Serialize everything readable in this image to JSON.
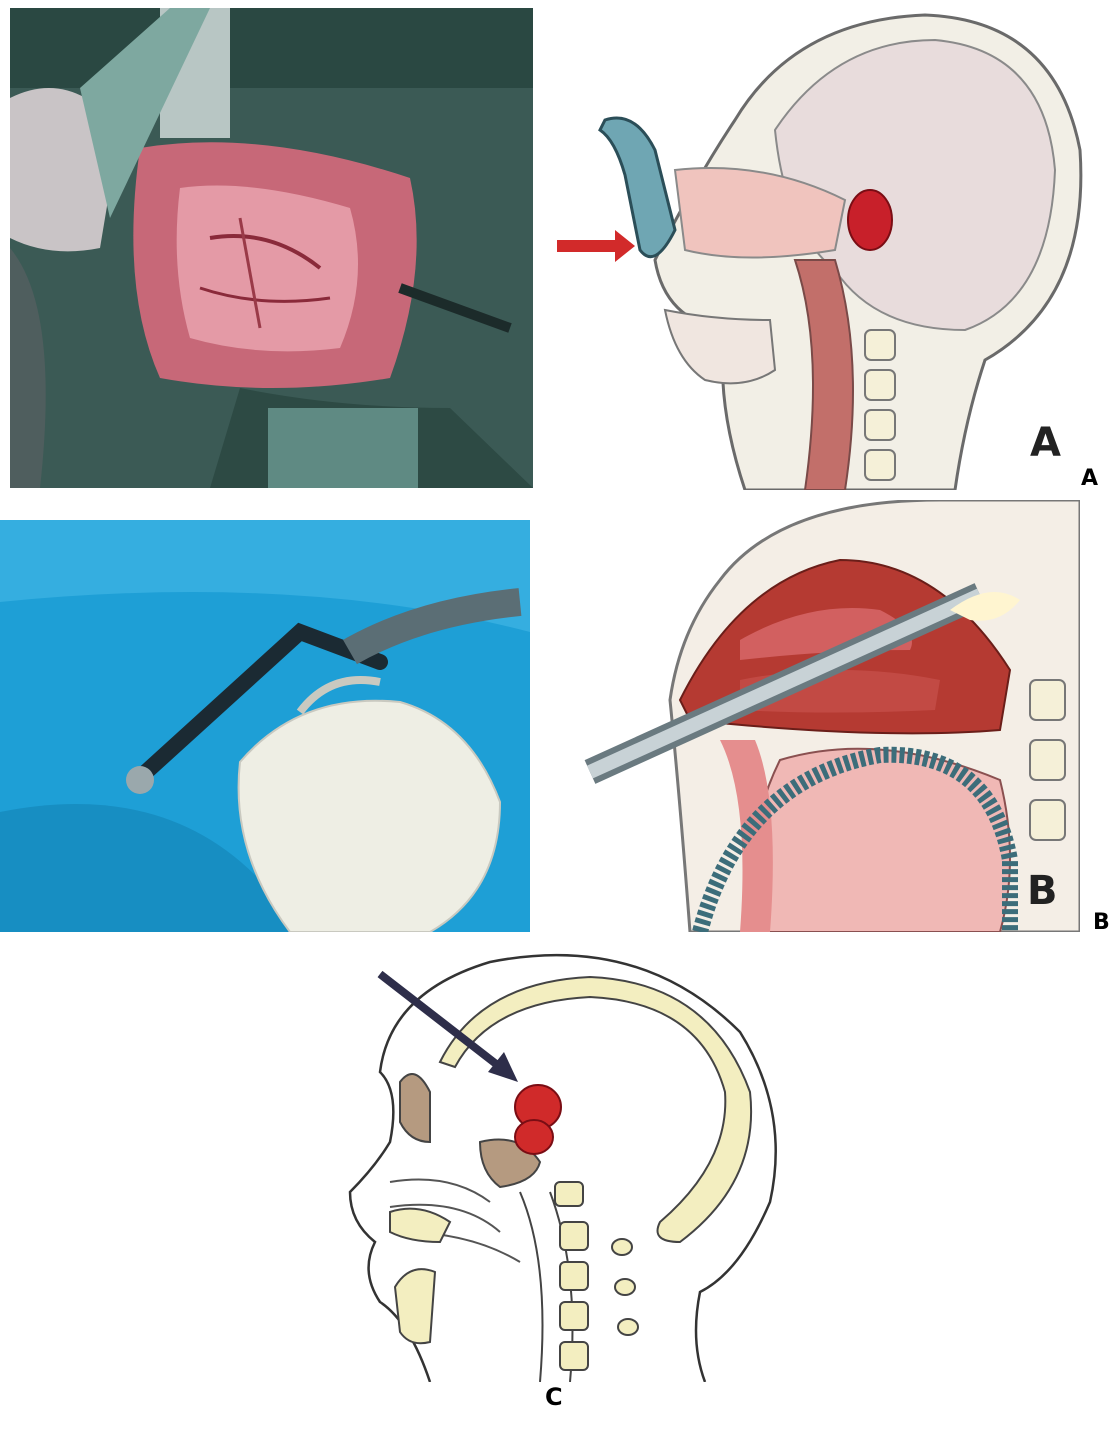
{
  "labels": {
    "a": "A",
    "b": "B",
    "c": "C",
    "inset_a": "A",
    "inset_b": "B"
  },
  "colors": {
    "tumor": "#c8202a",
    "arrow_red": "#d22a2a",
    "arrow_navy": "#2e2e4a",
    "surgical_drape_blue": "#1e9fd6",
    "surgical_drape_green": "#2f5a50",
    "tissue_pink": "#d97a86",
    "bone_cream": "#f3eec0",
    "brain_fill": "#e8dcdc"
  },
  "panels": [
    {
      "id": "A",
      "content": "surgical-photo-and-transsphenoidal-diagram"
    },
    {
      "id": "B",
      "content": "endoscope-photo-and-endoscopic-diagram"
    },
    {
      "id": "C",
      "content": "transcranial-diagram"
    }
  ]
}
